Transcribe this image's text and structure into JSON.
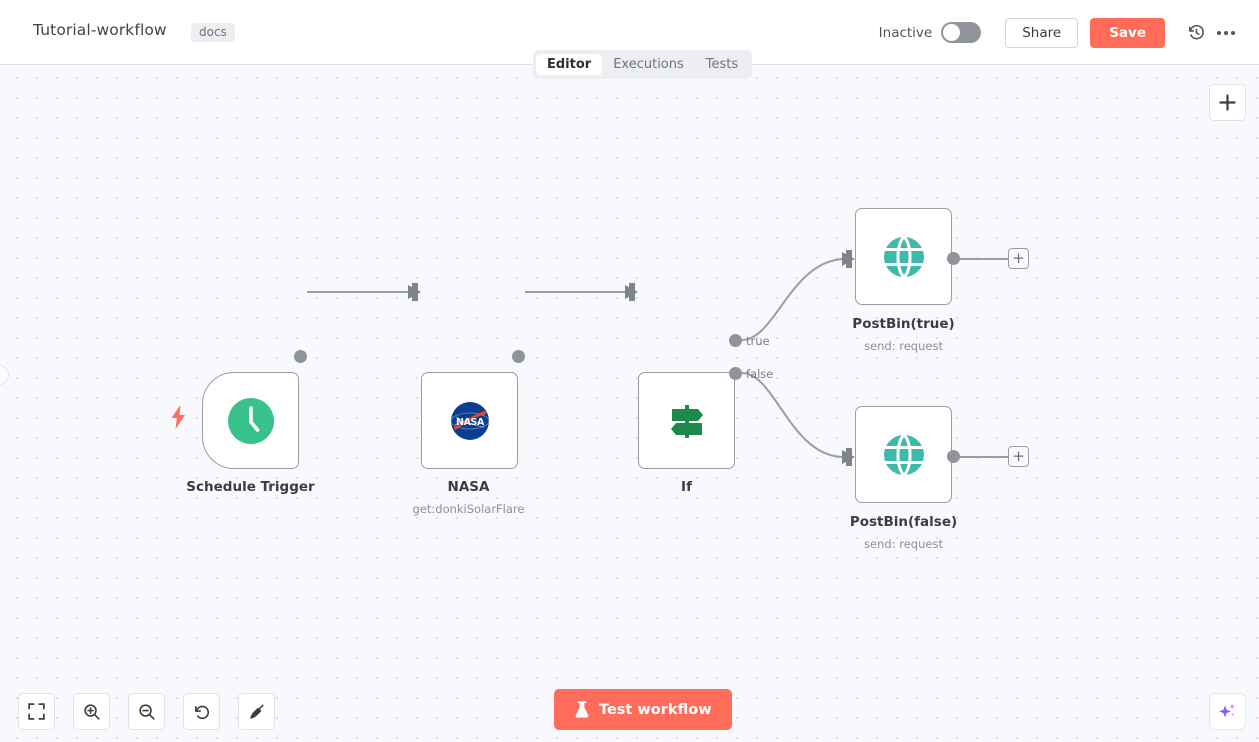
{
  "header": {
    "workflow_title": "Tutorial-workflow",
    "docs_tag": "docs",
    "active_state_label": "Inactive",
    "share_label": "Share",
    "save_label": "Save",
    "history_icon": "history-icon",
    "more_icon": "more-options-icon",
    "toggle_state": "off"
  },
  "tabs": [
    {
      "label": "Editor",
      "active": true
    },
    {
      "label": "Executions",
      "active": false
    },
    {
      "label": "Tests",
      "active": false
    }
  ],
  "canvas": {
    "add_node_panel_icon": "plus-icon",
    "nodes": [
      {
        "id": "schedule-trigger",
        "name": "Schedule Trigger",
        "subtitle": "",
        "icon": "clock-icon",
        "icon_color": "#39c18c",
        "type": "trigger"
      },
      {
        "id": "nasa",
        "name": "NASA",
        "subtitle": "get:donkiSolarFlare",
        "icon": "nasa-logo-icon",
        "icon_color": "#0b3d91",
        "type": "action"
      },
      {
        "id": "if",
        "name": "If",
        "subtitle": "",
        "icon": "signpost-icon",
        "icon_color": "#1c8a4a",
        "type": "condition",
        "outputs": [
          "true",
          "false"
        ]
      },
      {
        "id": "postbin-true",
        "name": "PostBin(true)",
        "subtitle": "send: request",
        "icon": "globe-icon",
        "icon_color": "#3fb9ac",
        "type": "action"
      },
      {
        "id": "postbin-false",
        "name": "PostBin(false)",
        "subtitle": "send: request",
        "icon": "globe-icon",
        "icon_color": "#3fb9ac",
        "type": "action"
      }
    ],
    "add_connection_label": "+"
  },
  "toolbar": {
    "buttons": [
      {
        "name": "fit-to-view-button",
        "icon": "fit-screen-icon"
      },
      {
        "name": "zoom-in-button",
        "icon": "zoom-in-icon"
      },
      {
        "name": "zoom-out-button",
        "icon": "zoom-out-icon"
      },
      {
        "name": "reset-zoom-button",
        "icon": "undo-arrow-icon"
      },
      {
        "name": "tidy-up-button",
        "icon": "broom-icon"
      }
    ],
    "test_workflow_label": "Test workflow",
    "test_workflow_icon": "flask-icon",
    "ai_assistant_icon": "sparkle-icon"
  },
  "colors": {
    "accent": "#ff6d5a",
    "canvas_bg": "#f8f9fc",
    "node_border": "#9a9da3",
    "trigger_green": "#39c18c",
    "if_green": "#1c8a4a",
    "postbin_teal": "#3fb9ac",
    "nasa_blue": "#0b3d91"
  }
}
